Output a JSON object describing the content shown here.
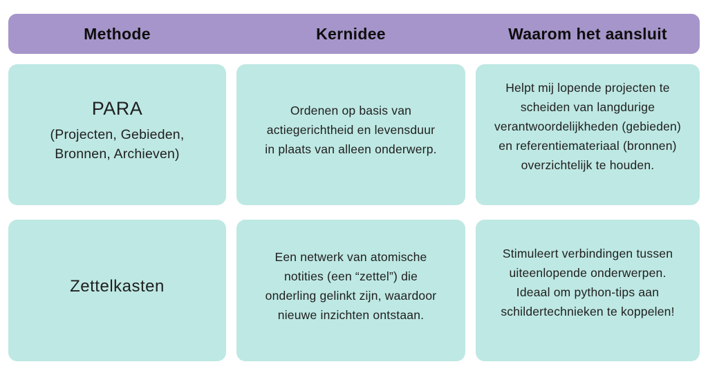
{
  "colors": {
    "header_bg": "#a695ca",
    "card_bg": "#bee8e3",
    "text": "#1f1f1f",
    "page_bg": "#ffffff"
  },
  "table": {
    "headers": [
      {
        "label": "Methode"
      },
      {
        "label": "Kernidee"
      },
      {
        "label": "Waarom het aansluit"
      }
    ],
    "rows": [
      {
        "methode_title": "PARA",
        "methode_subtitle": "(Projecten, Gebieden,\nBronnen, Archieven)",
        "kernidee": "Ordenen op basis van\nactiegerichtheid en levensduur\nin plaats van alleen onderwerp.",
        "waarom": "Helpt mij lopende projecten te\nscheiden van langdurige\nverantwoordelijkheden (gebieden)\nen referentiemateriaal (bronnen)\noverzichtelijk te houden."
      },
      {
        "methode_title": "Zettelkasten",
        "methode_subtitle": "",
        "kernidee": "Een netwerk van atomische\nnotities (een “zettel”) die\nonderling gelinkt zijn, waardoor\nnieuwe inzichten ontstaan.",
        "waarom": "Stimuleert verbindingen tussen\nuiteenlopende onderwerpen.\nIdeaal om python-tips aan\nschildertechnieken te koppelen!"
      }
    ]
  }
}
